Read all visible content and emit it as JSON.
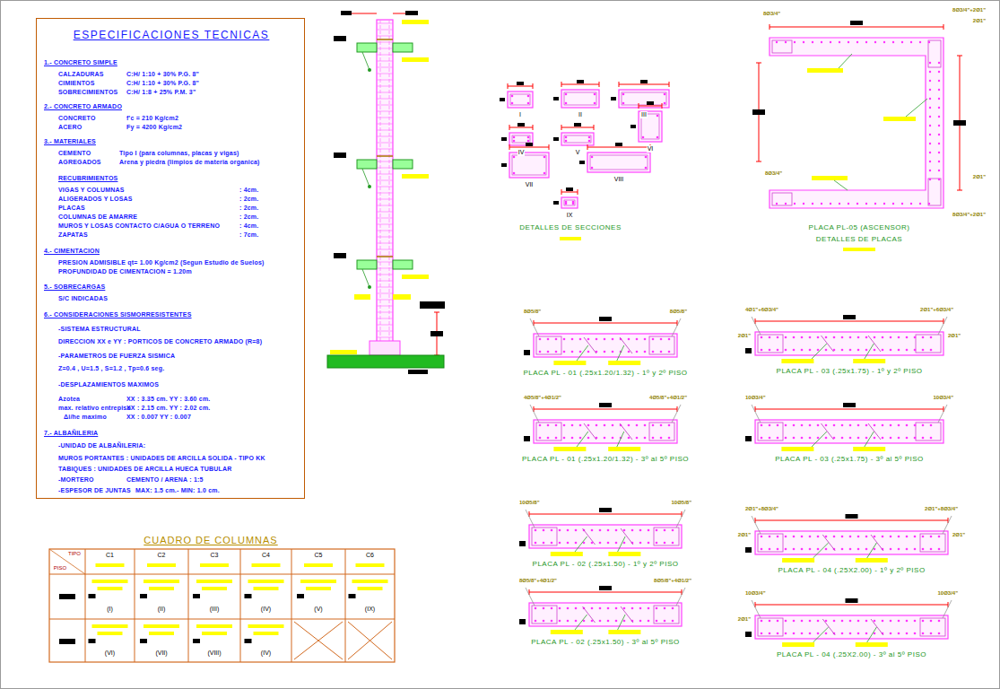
{
  "diagram": {
    "nodes": [
      {
        "text": [
          "ESPECIFICACIONES TECNICAS",
          "1.- CONCRETO SIMPLE",
          "CALZADURAS",
          "C:H/ 1:10 + 30% P.G. 8\"",
          "CIMIENTOS",
          "C:H/ 1:10 + 30% P.G. 8\"",
          "SOBRECIMIENTOS",
          "C:H/ 1:8 + 25% P.M. 3\"",
          "2.- CONCRETO ARMADO",
          "CONCRETO",
          "f'c = 210 Kg/cm2",
          "ACERO",
          "Fy = 4200 Kg/cm2",
          "3.- MATERIALES",
          "CEMENTO",
          "Tipo I (para columnas, placas y vigas)",
          "AGREGADOS",
          "Arena y piedra (limpios de materia organica)",
          "RECUBRIMIENTOS",
          "VIGAS Y COLUMNAS",
          ": 4cm.",
          "ALIGERADOS Y LOSAS",
          ": 2cm.",
          "PLACAS",
          ": 2cm.",
          "COLUMNAS DE AMARRE",
          ": 2cm.",
          "MUROS Y LOSAS CONTACTO C/AGUA O TERRENO",
          ": 4cm.",
          "ZAPATAS",
          ": 7cm.",
          "4.- CIMENTACION",
          "PRESION ADMISIBLE qt= 1.00 Kg/cm2 (Segun Estudio de Suelos)",
          "PROFUNDIDAD DE CIMENTACION = 1.20m",
          "5.- SOBRECARGAS",
          "S/C INDICADAS",
          "6.- CONSIDERACIONES SISMORRESISTENTES",
          "-SISTEMA ESTRUCTURAL",
          "DIRECCION XX e YY : PORTICOS DE CONCRETO ARMADO (R=8)",
          "-PARAMETROS DE FUERZA SISMICA",
          "Z=0.4 , U=1.5 , S=1.2 , Tp=0.6 seg.",
          "-DESPLAZAMIENTOS MAXIMOS",
          "Azotea",
          "XX : 3.35 cm.   YY : 3.60 cm.",
          "max. relativo entrepiso",
          "XX : 2.15 cm.   YY : 2.02 cm.",
          "Δi/he maximo",
          "XX : 0.007   YY : 0.007",
          "7.- ALBAÑILERIA",
          "-UNIDAD DE ALBAÑILERIA:",
          "MUROS PORTANTES : UNIDADES DE ARCILLA SOLIDA - TIPO KK",
          "TABIQUES : UNIDADES DE ARCILLA HUECA TUBULAR",
          "-MORTERO",
          "CEMENTO / ARENA : 1:5",
          "-ESPESOR DE JUNTAS",
          "MAX: 1.5 cm.- MIN: 1.0 cm."
        ]
      }
    ],
    "labels": [
      "CUADRO DE COLUMNAS",
      "TIPO",
      "PISO",
      "C1",
      "C2",
      "C3",
      "C4",
      "C5",
      "C6",
      "(I)",
      "(II)",
      "(III)",
      "(IV)",
      "(V)",
      "(IX)",
      "(VI)",
      "(VII)",
      "(VIII)",
      "(IV)",
      "I",
      "II",
      "III",
      "IV",
      "V",
      "VI",
      "VII",
      "VIII",
      "IX",
      "DETALLES DE SECCIONES",
      "8Ø3/4\"",
      "8Ø3/4\"+2Ø1\"",
      "2Ø1\"",
      "8Ø3/4\"",
      "2Ø1\"",
      "8Ø3/4\"+2Ø1\"",
      "PLACA PL-05  (ASCENSOR)",
      "DETALLES DE PLACAS",
      "8Ø5/8\"",
      "8Ø5/8\"",
      "PLACA PL - 01  (.25x1.20/1.32) - 1º y 2º PISO",
      "4Ø5/8\"+4Ø1/2\"",
      "4Ø5/8\"+4Ø1/2\"",
      "PLACA PL - 01  (.25x1.20/1.32) - 3º al 5º PISO",
      "10Ø5/8\"",
      "10Ø5/8\"",
      "PLACA PL - 02  (.25x1.50) - 1º y 2º PISO",
      "8Ø5/8\"+4Ø1/2\"",
      "8Ø5/8\"+4Ø1/2\"",
      "PLACA PL - 02  (.25x1.50) - 3º al 5º PISO",
      "4Ø1\"+6Ø3/4\"",
      "2Ø1\"+6Ø3/4\"",
      "2Ø1\"",
      "2Ø1\"",
      "PLACA PL - 03  (.25x1.75) - 1º y 2º PISO",
      "10Ø3/4\"",
      "10Ø3/4\"",
      "PLACA PL - 03  (.25x1.75) - 3º al 5º PISO",
      "2Ø1\"+8Ø3/4\"",
      "2Ø1\"+8Ø3/4\"",
      "2Ø1\"",
      "2Ø1\"",
      "PLACA PL - 04  (.25X2.00) - 1º y 2º PISO",
      "10Ø3/4\"",
      "10Ø3/4\"",
      "2Ø1\"",
      "PLACA PL - 04  (.25X2.00) - 3º al 5º PISO"
    ]
  }
}
